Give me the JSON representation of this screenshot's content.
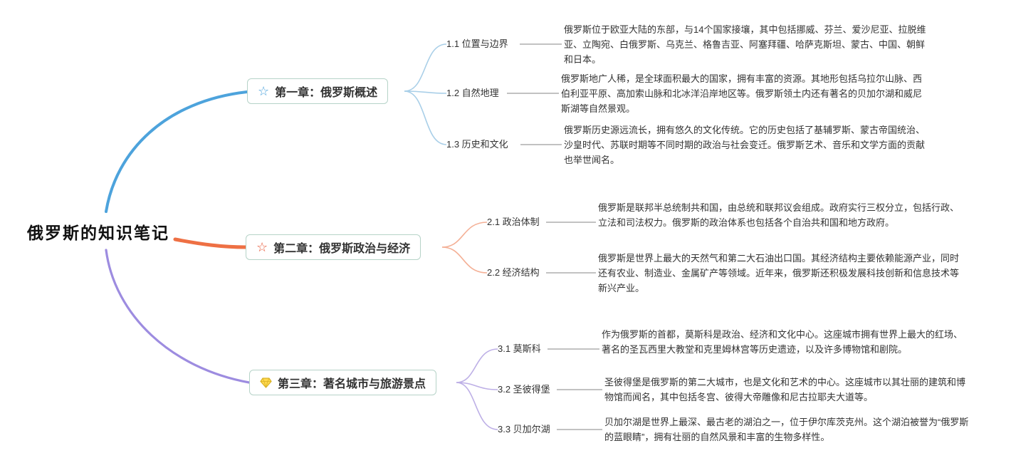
{
  "root": {
    "title": "俄罗斯的知识笔记"
  },
  "branches": [
    {
      "label": "第一章：俄罗斯概述",
      "icon": "blue-star-icon",
      "icon_glyph": "☆",
      "color": "#4da3dc",
      "subtopics": [
        {
          "label": "1.1 位置与边界",
          "detail": "俄罗斯位于欧亚大陆的东部，与14个国家接壤，其中包括挪威、芬兰、爱沙尼亚、拉脱维亚、立陶宛、白俄罗斯、乌克兰、格鲁吉亚、阿塞拜疆、哈萨克斯坦、蒙古、中国、朝鲜和日本。"
        },
        {
          "label": "1.2 自然地理",
          "detail": "俄罗斯地广人稀，是全球面积最大的国家，拥有丰富的资源。其地形包括乌拉尔山脉、西伯利亚平原、高加索山脉和北冰洋沿岸地区等。俄罗斯领土内还有著名的贝加尔湖和威尼斯湖等自然景观。"
        },
        {
          "label": "1.3 历史和文化",
          "detail": "俄罗斯历史源远流长，拥有悠久的文化传统。它的历史包括了基辅罗斯、蒙古帝国统治、沙皇时代、苏联时期等不同时期的政治与社会变迁。俄罗斯艺术、音乐和文学方面的贡献也举世闻名。"
        }
      ]
    },
    {
      "label": "第二章：俄罗斯政治与经济",
      "icon": "red-star-icon",
      "icon_glyph": "☆",
      "color": "#ee7044",
      "subtopics": [
        {
          "label": "2.1 政治体制",
          "detail": "俄罗斯是联邦半总统制共和国，由总统和联邦议会组成。政府实行三权分立，包括行政、立法和司法权力。俄罗斯的政治体系也包括各个自治共和国和地方政府。"
        },
        {
          "label": "2.2 经济结构",
          "detail": "俄罗斯是世界上最大的天然气和第二大石油出口国。其经济结构主要依赖能源产业，同时还有农业、制造业、金属矿产等领域。近年来，俄罗斯还积极发展科技创新和信息技术等新兴产业。"
        }
      ]
    },
    {
      "label": "第三章：著名城市与旅游景点",
      "icon": "gem-icon",
      "icon_glyph": "💎",
      "color": "#9d8ce0",
      "subtopics": [
        {
          "label": "3.1 莫斯科",
          "detail": "作为俄罗斯的首都，莫斯科是政治、经济和文化中心。这座城市拥有世界上最大的红场、著名的圣瓦西里大教堂和克里姆林宫等历史遗迹，以及许多博物馆和剧院。"
        },
        {
          "label": "3.2 圣彼得堡",
          "detail": "圣彼得堡是俄罗斯的第二大城市，也是文化和艺术的中心。这座城市以其壮丽的建筑和博物馆而闻名，其中包括冬宫、彼得大帝雕像和尼古拉耶夫大道等。"
        },
        {
          "label": "3.3 贝加尔湖",
          "detail": "贝加尔湖是世界上最深、最古老的湖泊之一，位于伊尔库茨克州。这个湖泊被誉为“俄罗斯的蓝眼睛”，拥有壮丽的自然风景和丰富的生物多样性。"
        }
      ]
    }
  ],
  "style": {
    "colors": {
      "branch1": "#4da3dc",
      "branch1Light": "#a9cfe8",
      "branch2": "#ee7044",
      "branch2Light": "#f4b096",
      "branch3": "#9d8ce0",
      "branch3Light": "#bdafe6",
      "detailLink": "#9e9e9e",
      "boxBorder": "#b6d3c8",
      "text": "#333333",
      "starBlue": "#4da3dc",
      "starRed": "#e85a3a",
      "gemYellow": "#ffd94d",
      "gemOutline": "#d9b226"
    }
  }
}
